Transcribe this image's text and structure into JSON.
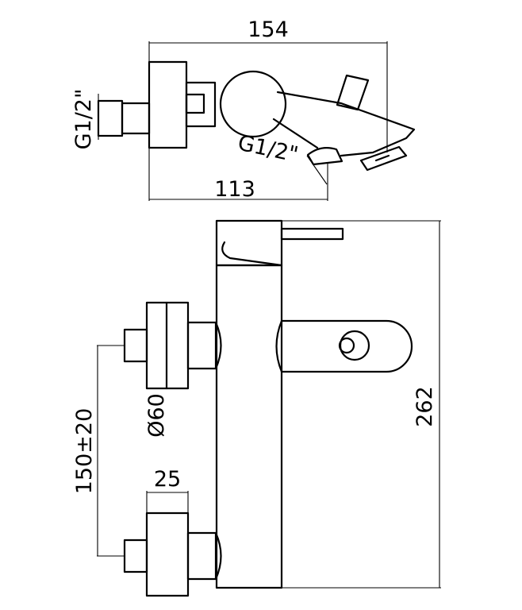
{
  "dimensions": {
    "overall_length": "154",
    "spout_reach": "113",
    "inlet_thread": "G1/2\"",
    "outlet_thread": "G1/2\"",
    "total_height": "262",
    "inlet_centers": "150±20",
    "escutcheon_diameter": "Ø60",
    "eccentric_depth": "25"
  }
}
